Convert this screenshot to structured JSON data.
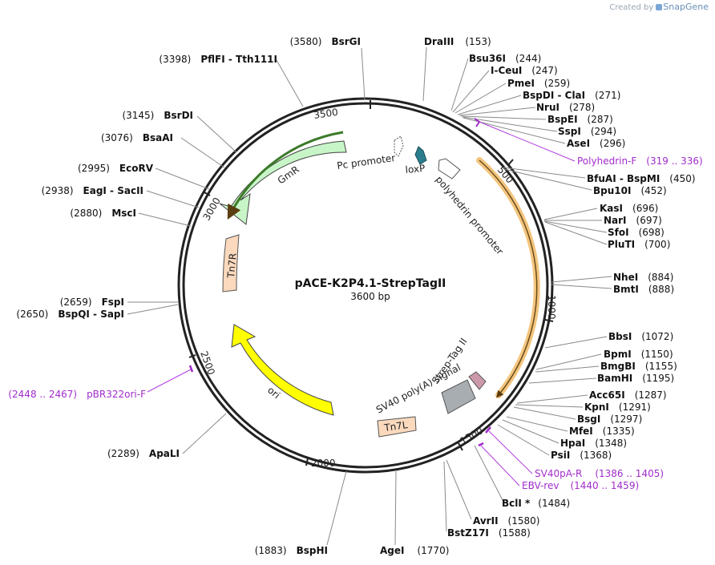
{
  "brand": {
    "prefix": "Created by",
    "name": "SnapGene"
  },
  "plasmid": {
    "name": "pACE-K2P4.1-StrepTagII",
    "size_label": "3600 bp",
    "length": 3600
  },
  "ticks": [
    {
      "pos": 500,
      "label": "500"
    },
    {
      "pos": 1000,
      "label": "1000"
    },
    {
      "pos": 1500,
      "label": "1500"
    },
    {
      "pos": 2000,
      "label": "2000"
    },
    {
      "pos": 2500,
      "label": "2500"
    },
    {
      "pos": 3000,
      "label": "3000"
    },
    {
      "pos": 3500,
      "label": "3500"
    }
  ],
  "features": [
    {
      "name": "polyhedrin promoter",
      "kind": "promoter"
    },
    {
      "name": "Pc promoter",
      "kind": "promoter"
    },
    {
      "name": "loxP",
      "kind": "protein_bind"
    },
    {
      "name": "GmR",
      "kind": "CDS",
      "color": "#c8f5c8"
    },
    {
      "name": "Tn7R",
      "kind": "mobile_element",
      "color": "#fad9bd"
    },
    {
      "name": "ori",
      "kind": "rep_origin",
      "color": "#ffff00"
    },
    {
      "name": "Tn7L",
      "kind": "mobile_element",
      "color": "#fad9bd"
    },
    {
      "name": "SV40 poly(A) signal",
      "kind": "polyA_signal",
      "color": "#a8adb2"
    },
    {
      "name": "Strep-Tag II",
      "kind": "CDS",
      "color": "#cc99aa"
    }
  ],
  "sites": [
    {
      "name": "DraIII",
      "pos": "(153)"
    },
    {
      "name": "Bsu36I",
      "pos": "(244)"
    },
    {
      "name": "I-CeuI",
      "pos": "(247)"
    },
    {
      "name": "PmeI",
      "pos": "(259)"
    },
    {
      "name": "BspDI - ClaI",
      "pos": "(271)"
    },
    {
      "name": "NruI",
      "pos": "(278)"
    },
    {
      "name": "BspEI",
      "pos": "(287)"
    },
    {
      "name": "SspI",
      "pos": "(294)"
    },
    {
      "name": "AseI",
      "pos": "(296)"
    },
    {
      "name": "BfuAI - BspMI",
      "pos": "(450)"
    },
    {
      "name": "Bpu10I",
      "pos": "(452)"
    },
    {
      "name": "KasI",
      "pos": "(696)"
    },
    {
      "name": "NarI",
      "pos": "(697)"
    },
    {
      "name": "SfoI",
      "pos": "(698)"
    },
    {
      "name": "PluTI",
      "pos": "(700)"
    },
    {
      "name": "NheI",
      "pos": "(884)"
    },
    {
      "name": "BmtI",
      "pos": "(888)"
    },
    {
      "name": "BbsI",
      "pos": "(1072)"
    },
    {
      "name": "BpmI",
      "pos": "(1150)"
    },
    {
      "name": "BmgBI",
      "pos": "(1155)"
    },
    {
      "name": "BamHI",
      "pos": "(1195)"
    },
    {
      "name": "Acc65I",
      "pos": "(1287)"
    },
    {
      "name": "KpnI",
      "pos": "(1291)"
    },
    {
      "name": "BsgI",
      "pos": "(1297)"
    },
    {
      "name": "MfeI",
      "pos": "(1335)"
    },
    {
      "name": "HpaI",
      "pos": "(1348)"
    },
    {
      "name": "PsiI",
      "pos": "(1368)"
    },
    {
      "name": "BclI *",
      "pos": "(1484)"
    },
    {
      "name": "AvrII",
      "pos": "(1580)"
    },
    {
      "name": "BstZ17I",
      "pos": "(1588)"
    },
    {
      "name": "AgeI",
      "pos": "(1770)"
    },
    {
      "name": "BspHI",
      "pos": "(1883)"
    },
    {
      "name": "ApaLI",
      "pos": "(2289)"
    },
    {
      "name": "BspQI - SapI",
      "pos": "(2650)"
    },
    {
      "name": "FspI",
      "pos": "(2659)"
    },
    {
      "name": "MscI",
      "pos": "(2880)"
    },
    {
      "name": "EagI - SacII",
      "pos": "(2938)"
    },
    {
      "name": "EcoRV",
      "pos": "(2995)"
    },
    {
      "name": "BsaAI",
      "pos": "(3076)"
    },
    {
      "name": "BsrDI",
      "pos": "(3145)"
    },
    {
      "name": "PflFI - Tth111I",
      "pos": "(3398)"
    },
    {
      "name": "BsrGI",
      "pos": "(3580)"
    }
  ],
  "primers": [
    {
      "name": "Polyhedrin-F",
      "range": "(319 .. 336)"
    },
    {
      "name": "SV40pA-R",
      "range": "(1386 .. 1405)"
    },
    {
      "name": "EBV-rev",
      "range": "(1440 .. 1459)"
    },
    {
      "name": "pBR322ori-F",
      "range": "(2448 .. 2467)"
    }
  ]
}
